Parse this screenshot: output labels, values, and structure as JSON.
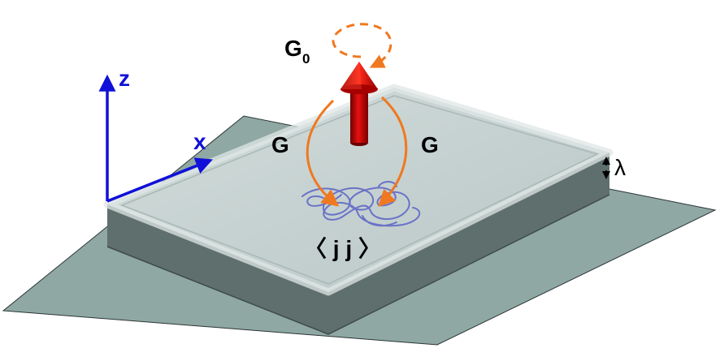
{
  "labels": {
    "g0_main": "G",
    "g0_sub": "0",
    "g_left": "G",
    "g_right": "G",
    "axis_z": "z",
    "axis_x": "x",
    "lambda": "λ",
    "correlator": "〈 j j 〉"
  },
  "colors": {
    "ground_plane": "#8fa8a4",
    "slab_top": "#c4d1d0",
    "slab_side": "#5f6f6e",
    "slab_rim": "#dfe7e6",
    "axes": "#1010d8",
    "arrow": "#c80000",
    "propagator": "#f07820",
    "current_loop": "#6a72c8"
  },
  "icons": {
    "moment": "red-arrow-up-icon",
    "self_loop": "dashed-loop-icon",
    "current_trace": "scribble-icon",
    "lambda_marker": "double-arrow-vertical-icon"
  }
}
